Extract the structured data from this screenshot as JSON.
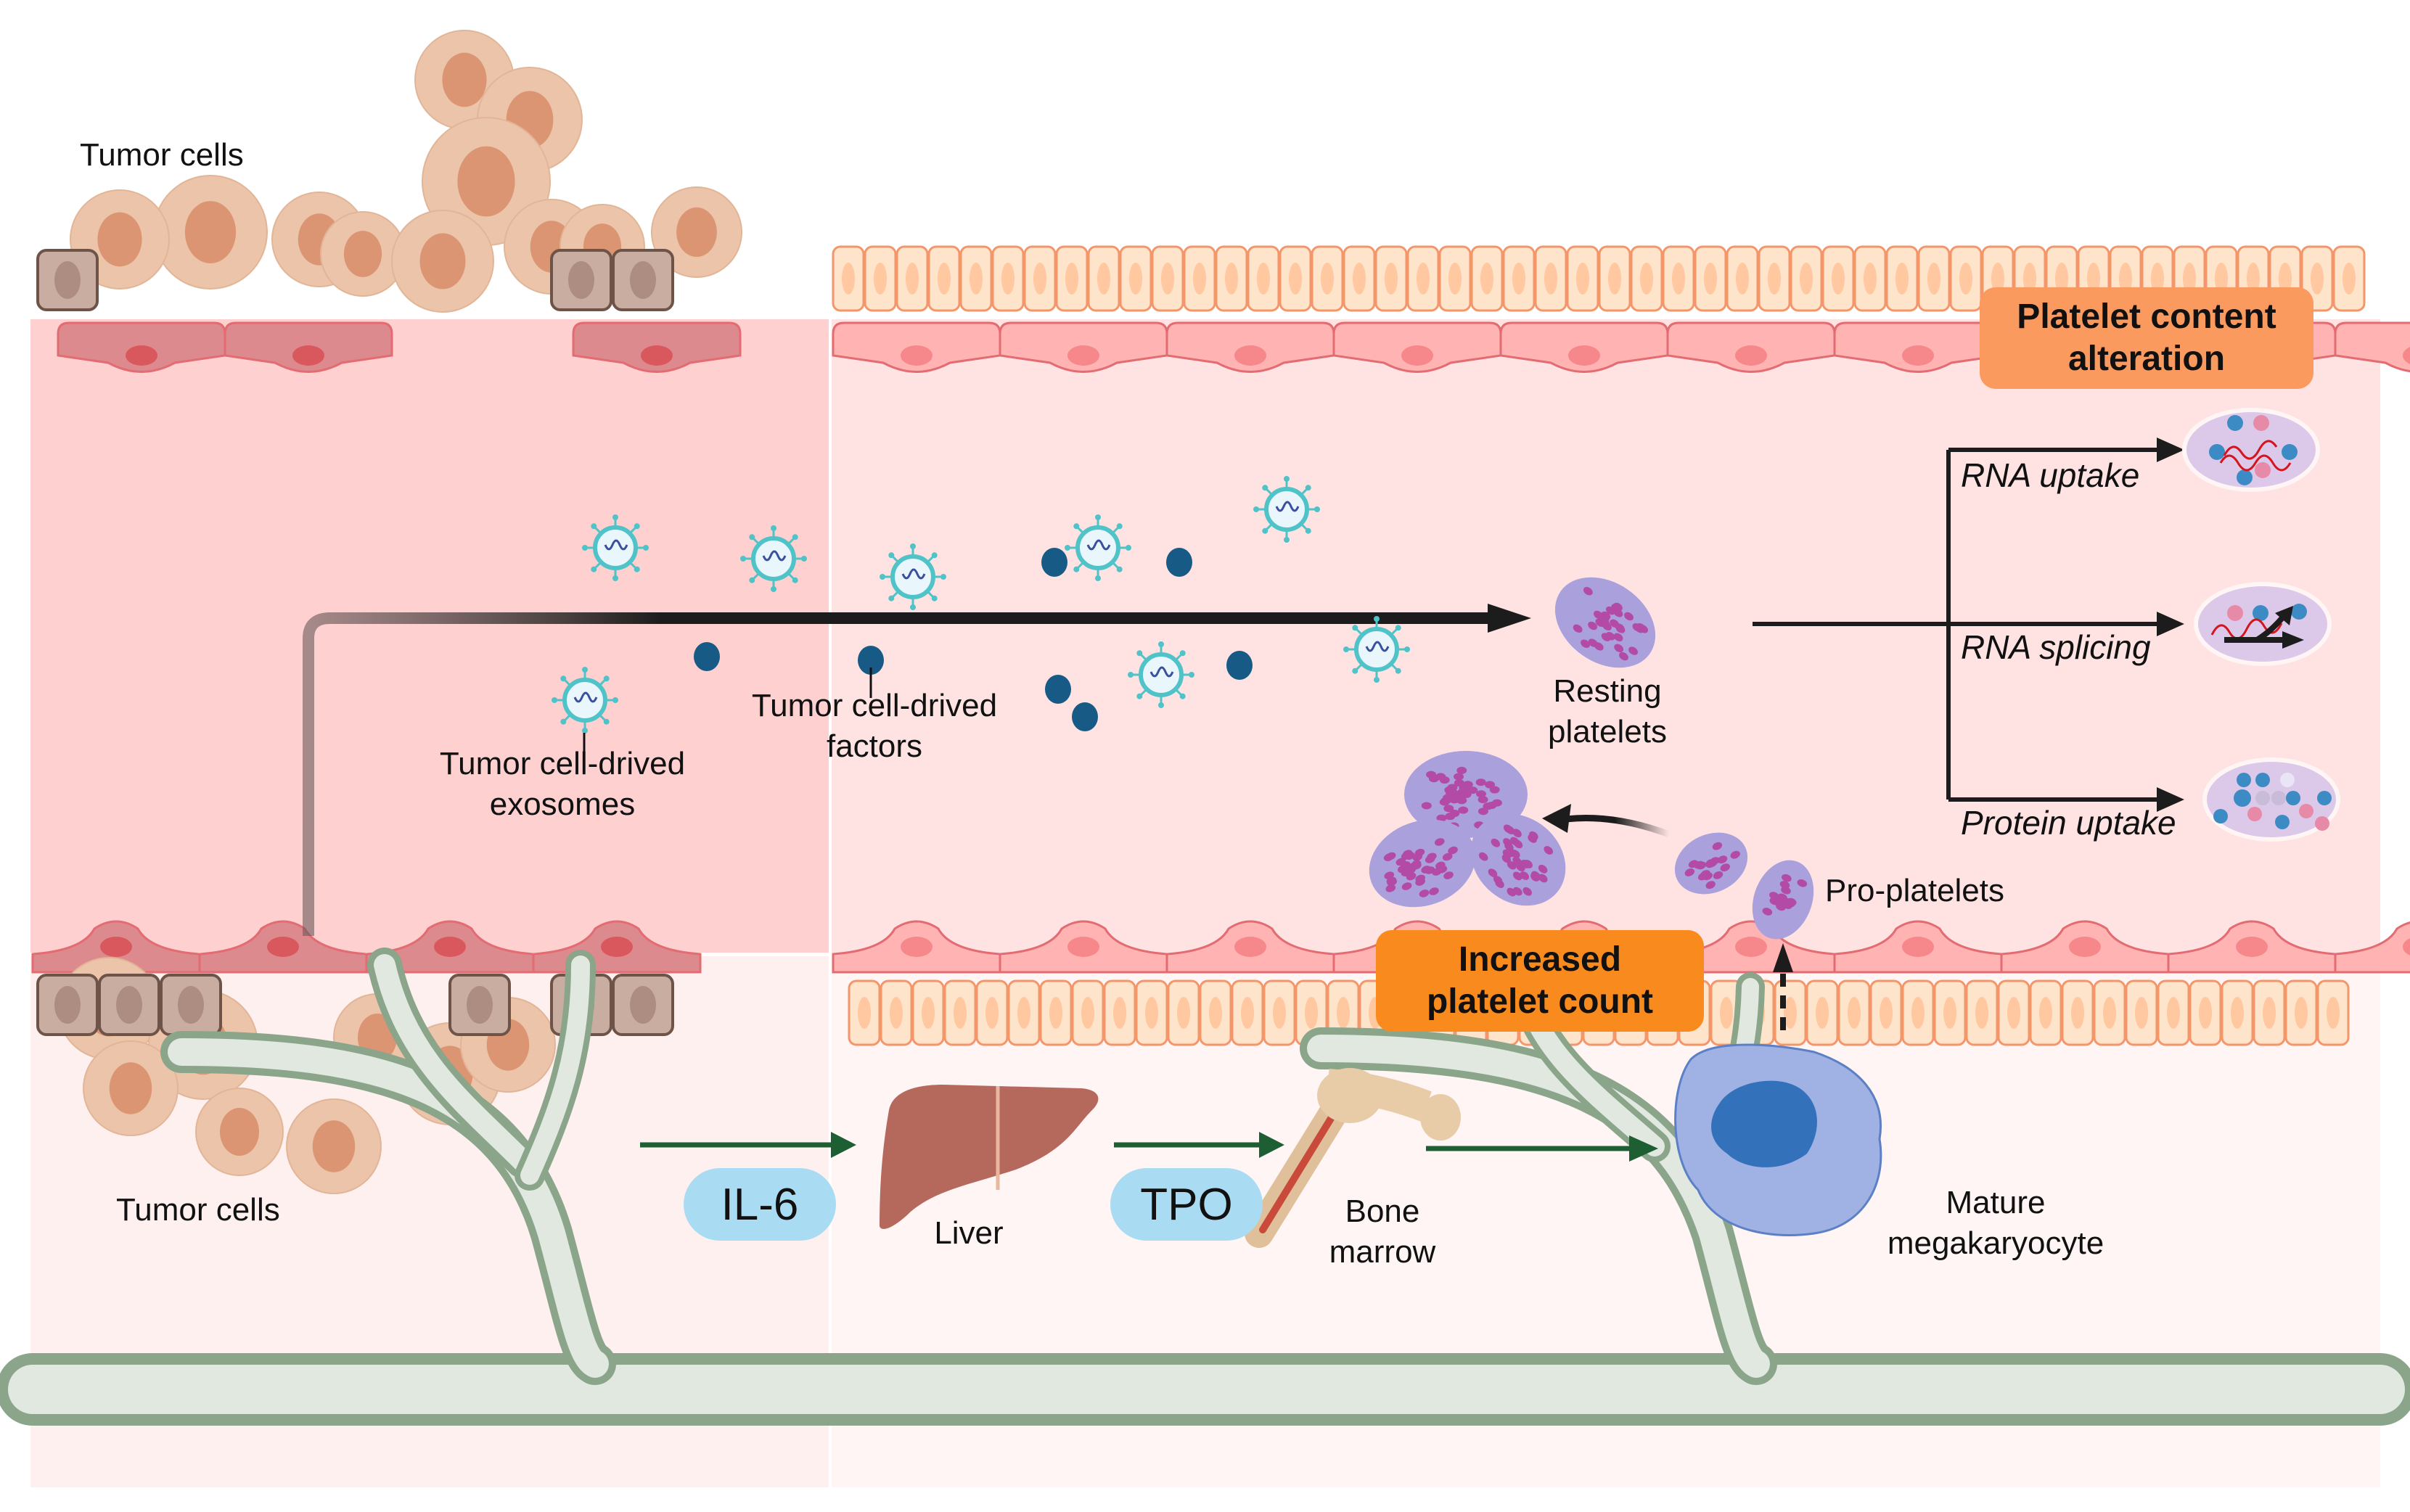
{
  "diagram": {
    "title": "Tumor cell effects on platelet production and platelet content",
    "colors": {
      "tumor_region": "#ffd0d0",
      "vessel_region": "#ffe3e3",
      "tissue_region": "#fff0f0",
      "marrow_region": "#fff5f5",
      "orange_box_light": "#fb9a5e",
      "orange_box_strong": "#f98a1e",
      "cytokine_pill": "#a9dcf3",
      "pathway_arrow": "#1e5e33",
      "platelet": "#a9a0dc",
      "granule": "#b24aa6",
      "megakaryocyte": "#9fb2e3",
      "factor_dot": "#175a86",
      "exosome": "#4fc3c8"
    },
    "labels": {
      "tumor_cells_top": "Tumor cells",
      "tumor_cells_bottom": "Tumor cells",
      "exosomes": "Tumor cell-drived\nexosomes",
      "factors": "Tumor cell-drived\nfactors",
      "resting_platelets": "Resting\nplatelets",
      "pro_platelets": "Pro-platelets",
      "liver": "Liver",
      "bone_marrow": "Bone\nmarrow",
      "megakaryocyte": "Mature\nmegakaryocyte"
    },
    "boxes": {
      "content_alteration": "Platelet content\nalteration",
      "increased_count": "Increased\nplatelet count"
    },
    "cytokines": {
      "il6": "IL-6",
      "tpo": "TPO"
    },
    "branches": [
      {
        "label": "RNA uptake",
        "icon": "rna-uptake-platelet-icon"
      },
      {
        "label": "RNA splicing",
        "icon": "rna-splicing-platelet-icon"
      },
      {
        "label": "Protein uptake",
        "icon": "protein-uptake-platelet-icon"
      }
    ],
    "pathway": [
      "Tumor cells",
      "IL-6",
      "Liver",
      "TPO",
      "Bone marrow",
      "Mature megakaryocyte",
      "Pro-platelets",
      "Increased platelet count"
    ]
  }
}
